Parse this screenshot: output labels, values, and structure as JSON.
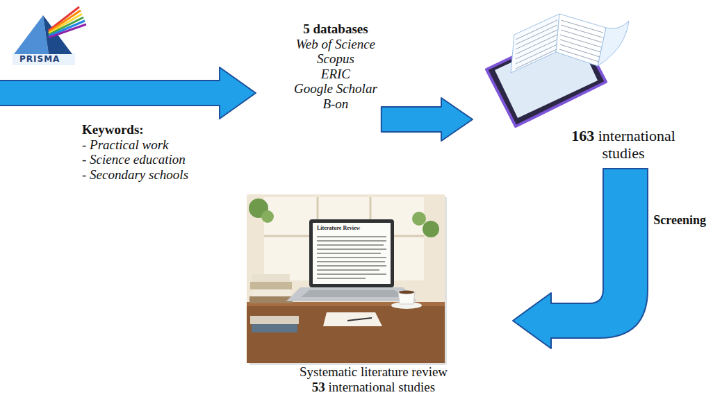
{
  "diagram": {
    "nodes": [
      {
        "text": [
          "PRISMA",
          "Keywords:",
          "- Practical work",
          "- Science education",
          "- Secondary schools"
        ]
      },
      {
        "text": [
          "5 databases",
          "Web of Science",
          "Scopus",
          "ERIC",
          "Google Scholar",
          "B-on"
        ]
      },
      {
        "text": [
          "163",
          "international studies"
        ]
      },
      {
        "text": [
          "Systematic literature review",
          "53",
          "international studies"
        ]
      }
    ],
    "edges": [
      {
        "from": 0,
        "to": 1,
        "arrow": "to"
      },
      {
        "from": 1,
        "to": 2,
        "arrow": "to"
      },
      {
        "from": 2,
        "to": 3,
        "arrow": "to",
        "label": "Screening"
      }
    ],
    "labels": [
      "Literature Review"
    ]
  }
}
